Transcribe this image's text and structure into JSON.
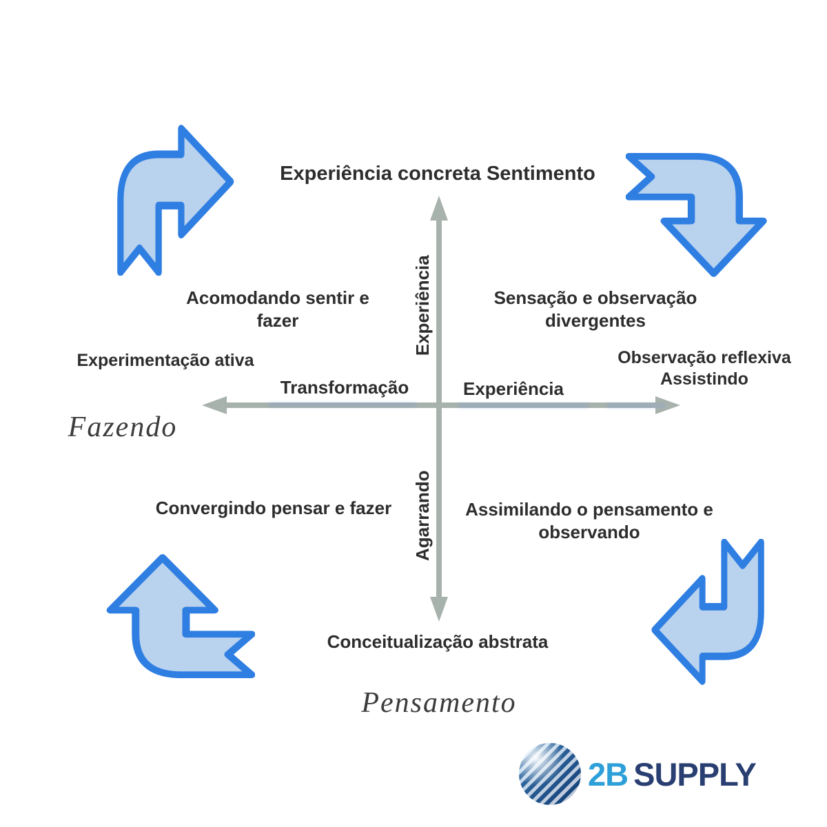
{
  "diagram": {
    "type": "quadrant-cycle",
    "title": "Experiência concreta Sentimento",
    "axes": {
      "vertical_top_label": "Experiência",
      "vertical_bottom_label": "Agarrando",
      "horizontal_left_label": "Transformação",
      "horizontal_right_label": "Experiência",
      "axis_color": "#a8b2ac"
    },
    "quadrants": {
      "top_left": "Acomodando sentir e fazer",
      "top_right": "Sensação e observação divergentes",
      "bottom_left": "Convergindo pensar e fazer",
      "bottom_right": "Assimilando o pensamento e observando"
    },
    "poles": {
      "left": "Experimentação ativa",
      "left_sub": "Fazendo",
      "right_line1": "Observação reflexiva",
      "right_line2": "Assistindo",
      "bottom": "Conceitualização abstrata",
      "bottom_sub": "Pensamento"
    },
    "cycle_arrows": {
      "fill": "#b9d2ee",
      "stroke": "#2f7ee2",
      "top_left_direction": "right",
      "top_right_direction": "down",
      "bottom_right_direction": "left",
      "bottom_left_direction": "up"
    },
    "ink_color": "#2d2d2d"
  },
  "logo": {
    "brand_2b": "2B",
    "brand_supply": "SUPPLY",
    "color_2b": "#2d9fd9",
    "color_supply": "#293e71"
  }
}
